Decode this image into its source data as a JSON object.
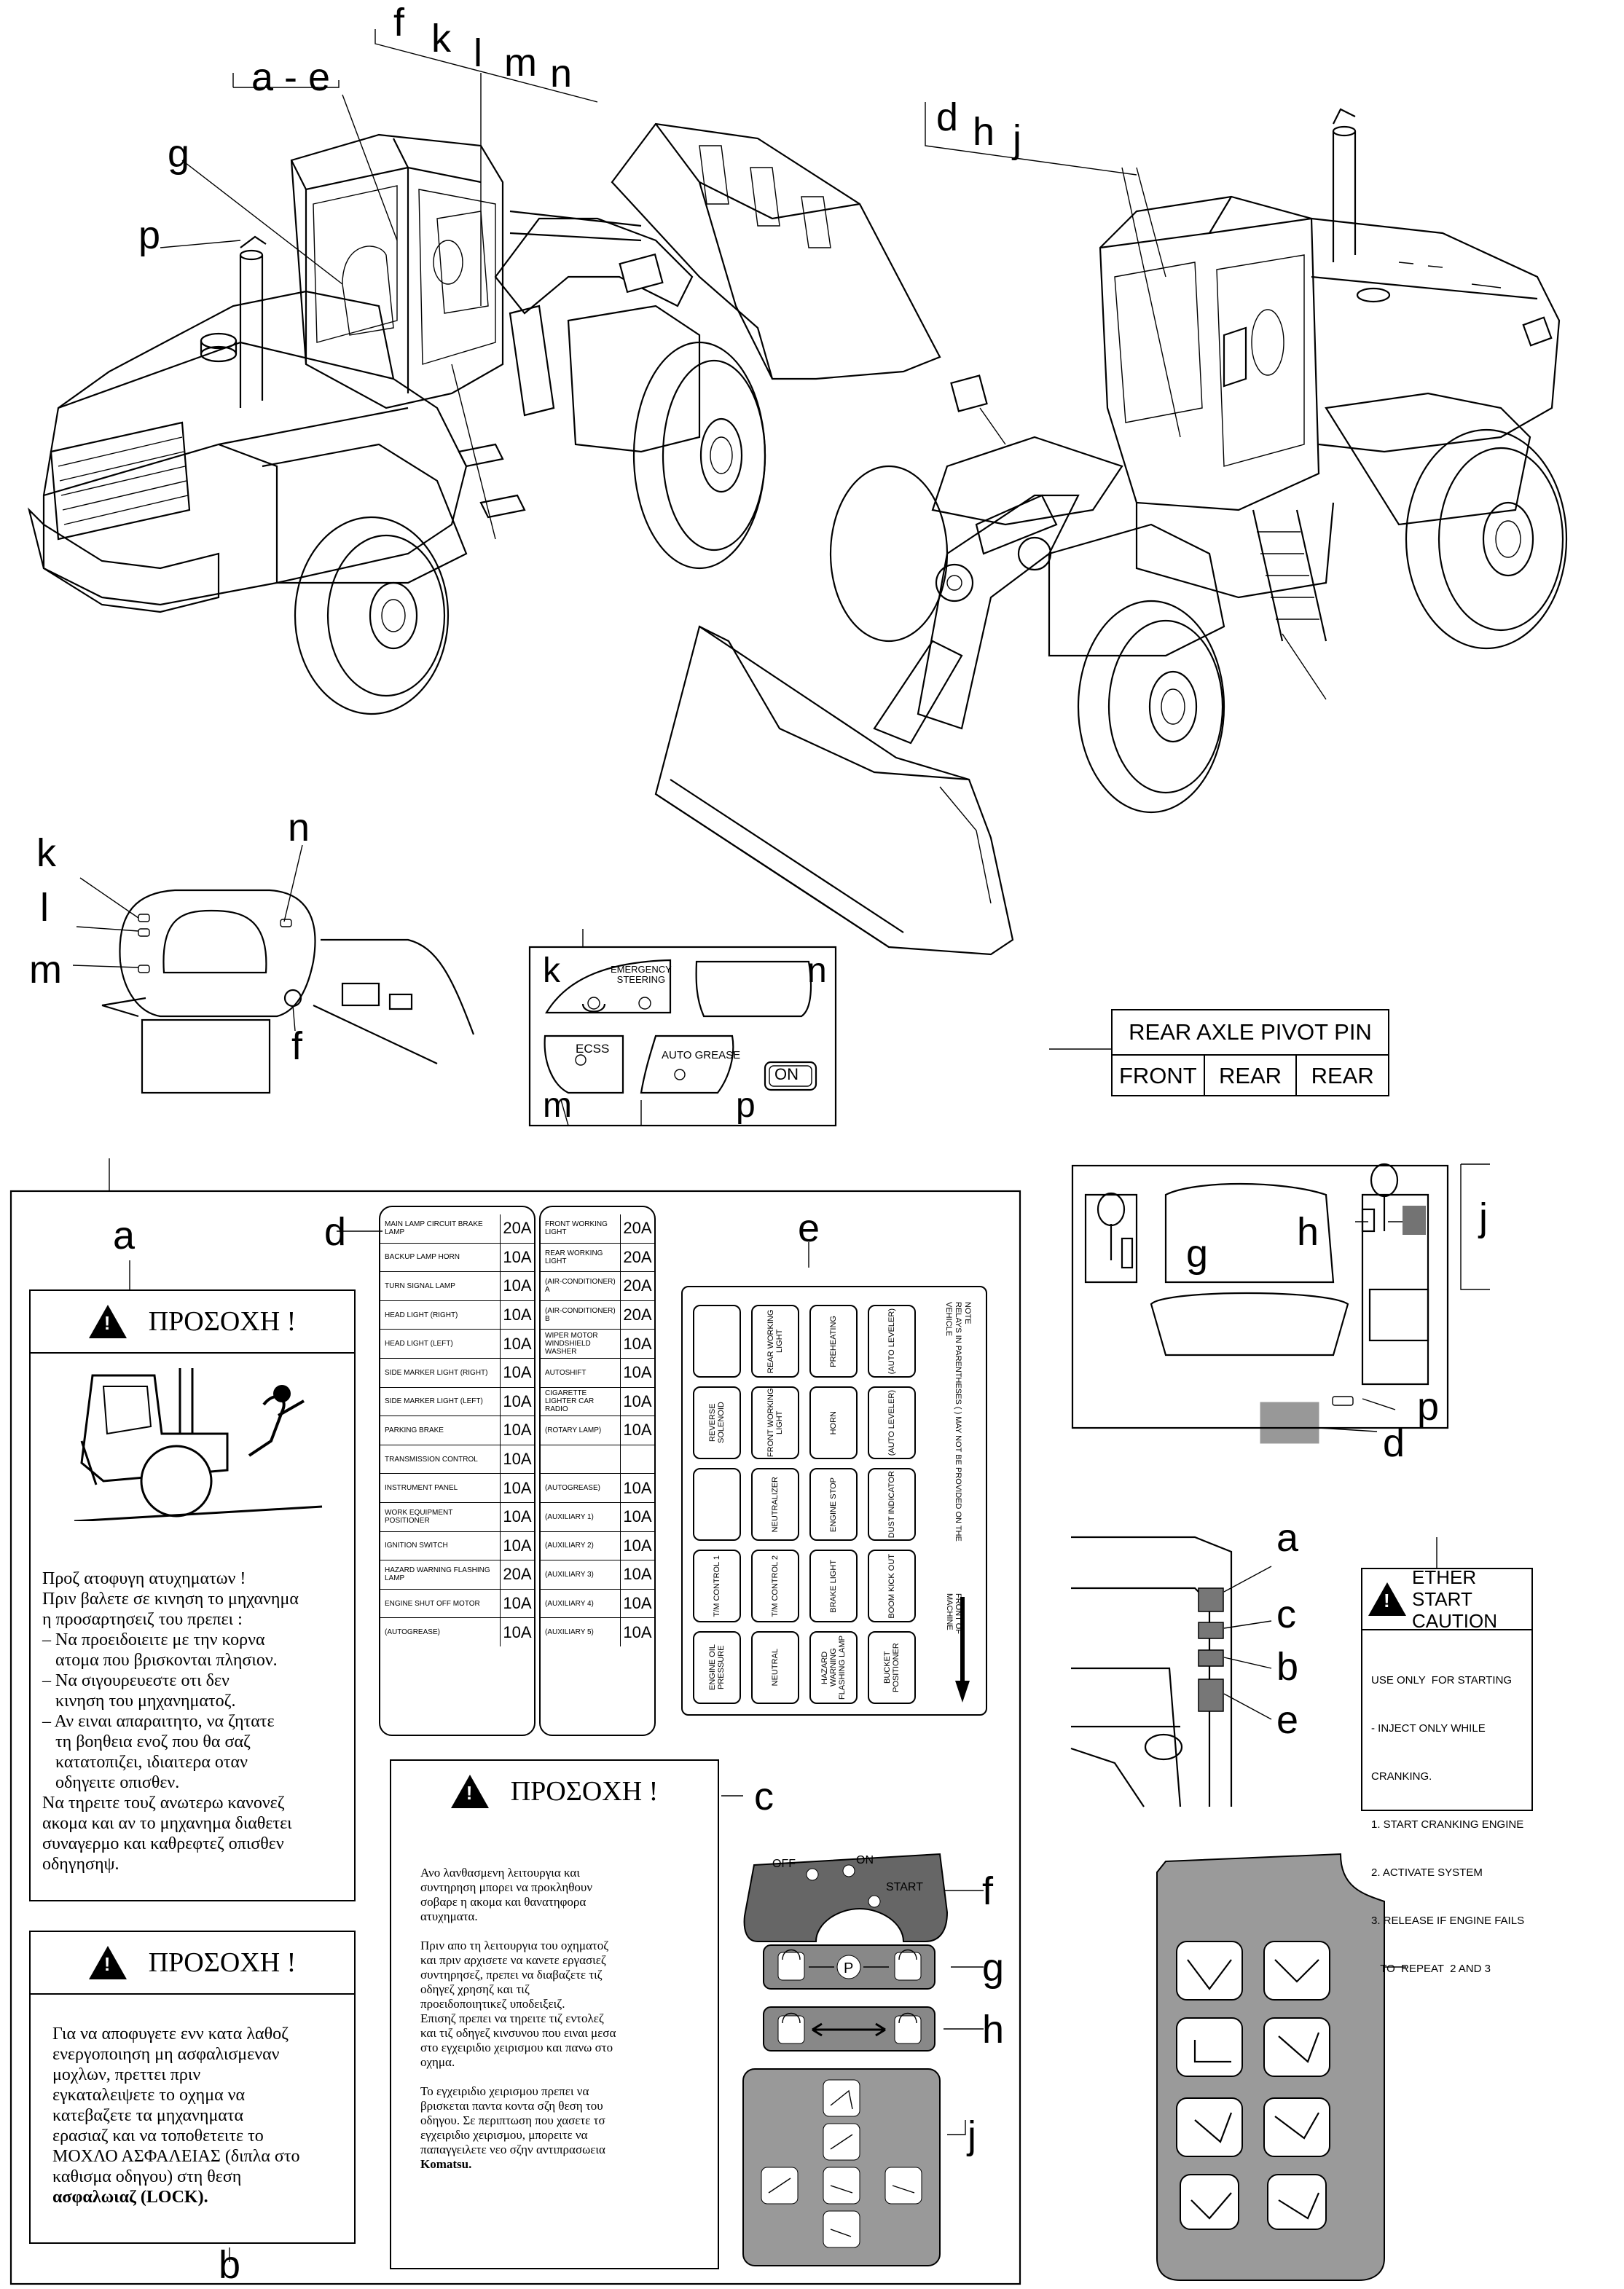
{
  "callouts": {
    "ae": "a - e",
    "f": "f",
    "k": "k",
    "l": "l",
    "m": "m",
    "n": "n",
    "g": "g",
    "p": "p",
    "d": "d",
    "h": "h",
    "j": "j",
    "a": "a",
    "b": "b",
    "c": "c",
    "e": "e"
  },
  "dash_panel": {
    "emergency": "EMERGENCY\nSTEERING",
    "ecss": "ECSS",
    "auto_grease": "AUTO GREASE",
    "on": "ON"
  },
  "rear_axle": {
    "title": "REAR AXLE PIVOT PIN",
    "cells": [
      "FRONT",
      "REAR",
      "REAR"
    ]
  },
  "warning_a": {
    "title": "ΠΡΟΣΟΧΗ !",
    "lines": [
      "Προζ ατοφυγη ατυχηματων !",
      "Πριν βαλετε σε κινηση το μηχανημα",
      "η προσαρτησειζ του πρεπει :",
      "– Να προειδοιειτε με την κορνα",
      "   ατομα που βρισκονται πλησιον.",
      "– Να σιγουρευεστε οτι δεν",
      "   κινηση του μηχανηματοζ.",
      "– Αν ειναι απαραιτητο, να ζητατε",
      "   τη βοηθεια ενοζ που θα σαζ",
      "   κατατοπιζει, ιδιαιτερα οταν",
      "   οδηγειτε οπισθεν.",
      "Να τηρειτε τουζ ανωτερω κανονεζ",
      "ακομα και αν το μηχανημα διαθετει",
      "συναγερμο και καθρεφτεζ οπισθεν",
      "οδηγησηψ."
    ]
  },
  "warning_b": {
    "title": "ΠΡΟΣΟΧΗ !",
    "lines": [
      "Για να αποφυγετε ενν κατα λαθοζ",
      "ενεργοποιηση μη ασφαλισμεναν",
      "μοχλων, πρεττει πριν",
      "εγκαταλειψετε το οχημα να",
      "κατεβαζετε τα μηχανηματα",
      "ερασιαζ και να τοποθετειτε το",
      "ΜΟΧΛΟ ΑΣΦΑΛΕΙΑΣ (διπλα στο",
      "καθισμα οδηγου) στη θεση",
      "ασφαλωιαζ (LOCK)."
    ]
  },
  "warning_c": {
    "title": "ΠΡΟΣΟΧΗ !",
    "lines": [
      "Ανο λανθασμενη λειτουργια και",
      "συντηρηση μπορει να προκληθουν",
      "σοβαρε η ακομα και θανατηφορα",
      "ατυχηματα.",
      "",
      "Πριν απο τη λειτουργια του οχηματοζ",
      "και πριν αρχισετε να κανετε εργασιεζ",
      "συντηρησεζ, πρεπει να διαβαζετε τιζ",
      "οδηγεζ χρησηζ και τιζ",
      "προειδοποιητικεζ υποδειξειζ.",
      "Επισηζ πρεπει να τηρειτε τιζ εντολεζ",
      "και τιζ οδηγεζ κινσυνου που ειναι μεσα",
      "στο εγχειριδιο χειρισμου και πανω στο",
      "οχημα.",
      "",
      "Το εγχειριδιο χειρισμου πρεπει να",
      "βρισκεται παντα κοντα σζη θεση του",
      "οδηγου. Σε περιπτωση που χασετε τσ",
      "εγχειριδιο χειρισμου, μπορειτε να",
      "παπαγγειλετε νεο σζην αντιπρασωεια",
      "Komatsu."
    ]
  },
  "fuse_left": [
    {
      "name": "MAIN LAMP CIRCUIT BRAKE LAMP",
      "amp": "20A"
    },
    {
      "name": "BACKUP LAMP HORN",
      "amp": "10A"
    },
    {
      "name": "TURN SIGNAL LAMP",
      "amp": "10A"
    },
    {
      "name": "HEAD LIGHT (RIGHT)",
      "amp": "10A"
    },
    {
      "name": "HEAD LIGHT (LEFT)",
      "amp": "10A"
    },
    {
      "name": "SIDE MARKER LIGHT (RIGHT)",
      "amp": "10A"
    },
    {
      "name": "SIDE MARKER LIGHT (LEFT)",
      "amp": "10A"
    },
    {
      "name": "PARKING BRAKE",
      "amp": "10A"
    },
    {
      "name": "TRANSMISSION CONTROL",
      "amp": "10A"
    },
    {
      "name": "INSTRUMENT PANEL",
      "amp": "10A"
    },
    {
      "name": "WORK EQUIPMENT POSITIONER",
      "amp": "10A"
    },
    {
      "name": "IGNITION SWITCH",
      "amp": "10A"
    },
    {
      "name": "HAZARD WARNING FLASHING LAMP",
      "amp": "20A"
    },
    {
      "name": "ENGINE SHUT OFF MOTOR",
      "amp": "10A"
    },
    {
      "name": "(AUTOGREASE)",
      "amp": "10A"
    }
  ],
  "fuse_right": [
    {
      "name": "FRONT WORKING LIGHT",
      "amp": "20A"
    },
    {
      "name": "REAR WORKING LIGHT",
      "amp": "20A"
    },
    {
      "name": "(AIR-CONDITIONER) A",
      "amp": "20A"
    },
    {
      "name": "(AIR-CONDITIONER) B",
      "amp": "20A"
    },
    {
      "name": "WIPER MOTOR WINDSHIELD WASHER",
      "amp": "10A"
    },
    {
      "name": "AUTOSHIFT",
      "amp": "10A"
    },
    {
      "name": "CIGARETTE LIGHTER CAR RADIO",
      "amp": "10A"
    },
    {
      "name": "(ROTARY LAMP)",
      "amp": "10A"
    },
    {
      "name": "",
      "amp": ""
    },
    {
      "name": "(AUTOGREASE)",
      "amp": "10A"
    },
    {
      "name": "(AUXILIARY 1)",
      "amp": "10A"
    },
    {
      "name": "(AUXILIARY 2)",
      "amp": "10A"
    },
    {
      "name": "(AUXILIARY 3)",
      "amp": "10A"
    },
    {
      "name": "(AUXILIARY 4)",
      "amp": "10A"
    },
    {
      "name": "(AUXILIARY 5)",
      "amp": "10A"
    }
  ],
  "relays": [
    [
      "",
      "REVERSE SOLENOID",
      "",
      "T/M CONTROL 1",
      "ENGINE OIL PRESSURE"
    ],
    [
      "REAR WORKING LIGHT",
      "FRONT WORKING LIGHT",
      "NEUTRALIZER",
      "T/M CONTROL 2",
      "NEUTRAL"
    ],
    [
      "PREHEATING",
      "HORN",
      "ENGINE STOP",
      "BRAKE LIGHT",
      "HAZARD WARNING FLASHING LAMP"
    ],
    [
      "(AUTO LEVELER)",
      "(AUTO LEVELER)",
      "DUST INDICATOR",
      "BOOM KICK OUT",
      "BUCKET POSITIONER"
    ]
  ],
  "relay_note": "NOTE\nRELAYS IN PARENTHESES ( ) MAY NOT BE PROVIDED ON THE VEHICLE",
  "front_of_machine": "FRONT OF MACHINE",
  "key_switch": {
    "off": "OFF",
    "on": "ON",
    "start": "START"
  },
  "ether": {
    "title1": "ETHER START",
    "title2": "CAUTION",
    "lines": [
      "USE ONLY  FOR STARTING",
      "- INJECT ONLY WHILE",
      "CRANKING.",
      "1. START CRANKING ENGINE",
      "2. ACTIVATE SYSTEM",
      "3. RELEASE IF ENGINE FAILS",
      "   TO  REPEAT  2 AND 3"
    ]
  }
}
